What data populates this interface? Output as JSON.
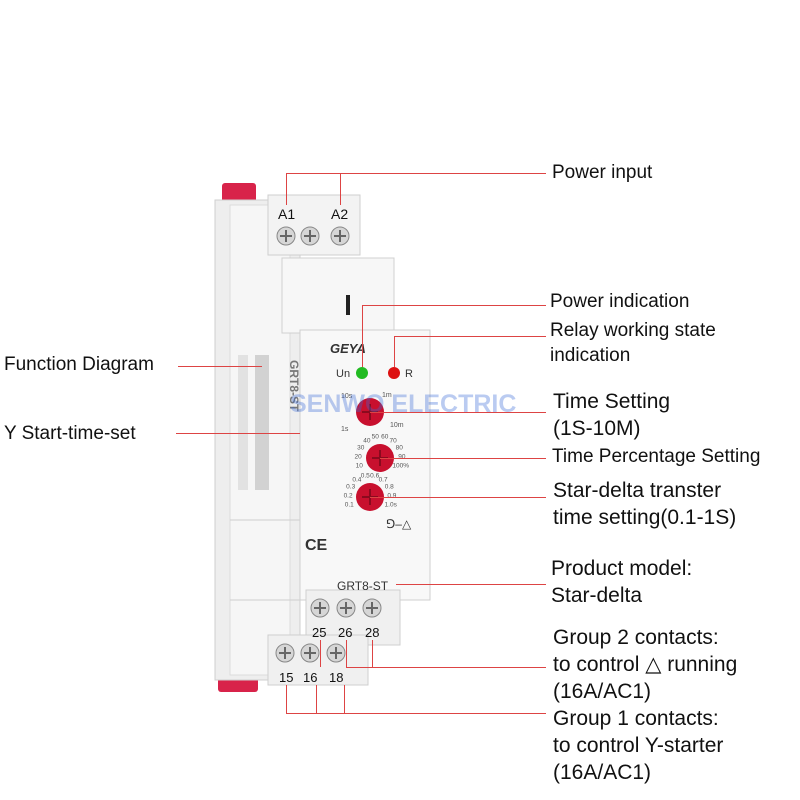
{
  "labels": {
    "power_input": "Power input",
    "power_indication": "Power indication",
    "relay_state_1": "Relay working state",
    "relay_state_2": "indication",
    "function_diagram": "Function Diagram",
    "time_setting_1": "Time Setting",
    "time_setting_2": "(1S-10M)",
    "y_start": "Y Start-time-set",
    "time_percentage": "Time Percentage Setting",
    "star_delta_1": "Star-delta transter",
    "star_delta_2": "time setting(0.1-1S)",
    "product_model_1": "Product model:",
    "product_model_2": "Star-delta",
    "group2_1": "Group 2 contacts:",
    "group2_2": "to control △ running",
    "group2_3": "(16A/AC1)",
    "group1_1": "Group 1 contacts:",
    "group1_2": "to control Y-starter",
    "group1_3": "(16A/AC1)"
  },
  "device": {
    "terminal_a1": "A1",
    "terminal_a2": "A2",
    "brand": "GEYA",
    "led_un": "Un",
    "led_r": "R",
    "range_10s": "10s",
    "range_1m": "1m",
    "range_1s": "1s",
    "range_10m": "10m",
    "pct_ticks": [
      "40",
      "50",
      "60",
      "70",
      "30",
      "80",
      "20",
      "90",
      "10",
      "100%"
    ],
    "sd_ticks": [
      "0.4",
      "0.5",
      "0.6",
      "0.7",
      "0.3",
      "0.8",
      "0.2",
      "0.9",
      "0.1",
      "1.0s"
    ],
    "star_delta_symbol": "⅁–△",
    "model": "GRT8-ST",
    "side_model": "GRT8-ST",
    "ce": "CE",
    "terminal_25": "25",
    "terminal_26": "26",
    "terminal_28": "28",
    "terminal_15": "15",
    "terminal_16": "16",
    "terminal_18": "18"
  },
  "watermark": "SENWO ELECTRIC",
  "colors": {
    "leader_line": "#dd4444",
    "knob": "#c8102e",
    "led_green": "#22bb22",
    "led_red": "#dd1111",
    "end_clip": "#d8234a",
    "housing": "#f4f4f4"
  }
}
